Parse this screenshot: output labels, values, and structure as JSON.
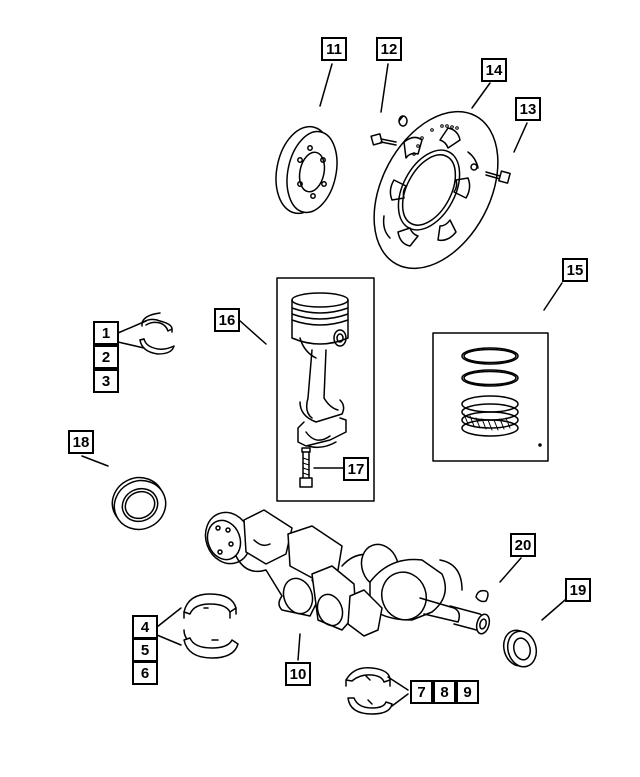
{
  "diagram": {
    "callouts": {
      "c1": "1",
      "c2": "2",
      "c3": "3",
      "c4": "4",
      "c5": "5",
      "c6": "6",
      "c7": "7",
      "c8": "8",
      "c9": "9",
      "c10": "10",
      "c11": "11",
      "c12": "12",
      "c13": "13",
      "c14": "14",
      "c15": "15",
      "c16": "16",
      "c17": "17",
      "c18": "18",
      "c19": "19",
      "c20": "20"
    },
    "parts": [
      "crankshaft-upper-bearing",
      "crankshaft-lower-bearing",
      "crankshaft",
      "thrust-bearing",
      "flywheel-adapter-plate",
      "dowel-pin",
      "flex-plate",
      "flex-plate-bolt",
      "piston-and-connecting-rod",
      "connecting-rod-bolt",
      "piston-ring-set",
      "rear-crankshaft-oil-seal",
      "front-crankshaft-oil-seal",
      "woodruff-key"
    ],
    "colors": {
      "line": "#000000",
      "background": "#ffffff"
    }
  }
}
